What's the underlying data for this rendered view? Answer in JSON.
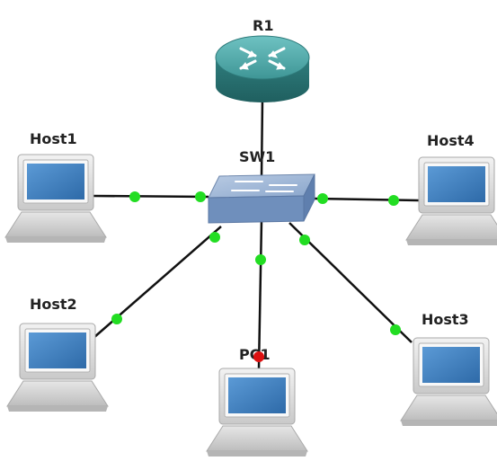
{
  "topology": {
    "nodes": [
      {
        "id": "R1",
        "label": "R1",
        "kind": "router",
        "icon": "router-icon"
      },
      {
        "id": "SW1",
        "label": "SW1",
        "kind": "switch",
        "icon": "switch-icon"
      },
      {
        "id": "Host1",
        "label": "Host1",
        "kind": "host",
        "icon": "computer-icon"
      },
      {
        "id": "Host2",
        "label": "Host2",
        "kind": "host",
        "icon": "computer-icon"
      },
      {
        "id": "Host3",
        "label": "Host3",
        "kind": "host",
        "icon": "computer-icon"
      },
      {
        "id": "Host4",
        "label": "Host4",
        "kind": "host",
        "icon": "computer-icon"
      },
      {
        "id": "PC1",
        "label": "PC1",
        "kind": "host",
        "icon": "computer-icon"
      }
    ],
    "links": [
      {
        "from": "R1",
        "to": "SW1",
        "status": "none"
      },
      {
        "from": "Host1",
        "to": "SW1",
        "status": "up"
      },
      {
        "from": "Host4",
        "to": "SW1",
        "status": "up"
      },
      {
        "from": "Host2",
        "to": "SW1",
        "status": "up"
      },
      {
        "from": "Host3",
        "to": "SW1",
        "status": "up"
      },
      {
        "from": "PC1",
        "to": "SW1",
        "status": "mixed"
      }
    ],
    "colors": {
      "link": "#111111",
      "status_up": "#22dd22",
      "status_down": "#dd1111",
      "router_body": "#3a8f8f",
      "switch_body": "#7a97c0",
      "screen": "#3a78b8",
      "computer_body": "#d8d8d8"
    }
  }
}
